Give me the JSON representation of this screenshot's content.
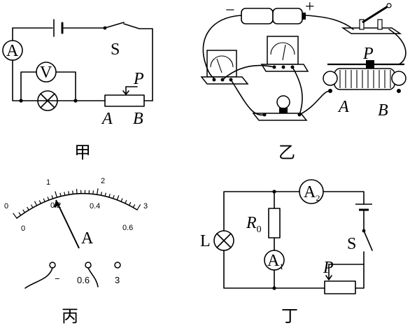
{
  "figure_a": {
    "caption": "甲",
    "switch_label": "S",
    "ammeter_label": "A",
    "voltmeter_label": "V",
    "slider_label": "P",
    "terminal_a": "A",
    "terminal_b": "B"
  },
  "figure_b": {
    "caption": "乙",
    "battery_negative": "−",
    "battery_positive": "+",
    "switch_label": "P",
    "terminal_a": "A",
    "terminal_b": "B"
  },
  "figure_c": {
    "caption": "丙",
    "scale_top": [
      "0",
      "1",
      "2",
      "3"
    ],
    "scale_bottom": [
      "0",
      "0.2",
      "0.4",
      "0.6"
    ],
    "meter_label": "A",
    "terminals": [
      "−",
      "0.6",
      "3"
    ]
  },
  "figure_d": {
    "caption": "丁",
    "lamp_label": "L",
    "resistor_label": "R",
    "resistor_sub": "0",
    "ammeter1_label": "A",
    "ammeter1_sub": "1",
    "ammeter2_label": "A",
    "ammeter2_sub": "2",
    "switch_label": "S",
    "slider_label": "P"
  }
}
